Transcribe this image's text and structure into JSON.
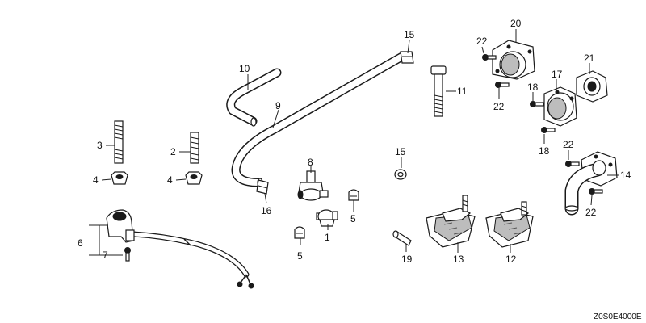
{
  "drawing_code": "Z0S0E4000E",
  "callouts": [
    {
      "id": "c1",
      "label": "1"
    },
    {
      "id": "c2",
      "label": "2"
    },
    {
      "id": "c3",
      "label": "3"
    },
    {
      "id": "c4a",
      "label": "4"
    },
    {
      "id": "c4b",
      "label": "4"
    },
    {
      "id": "c5a",
      "label": "5"
    },
    {
      "id": "c5b",
      "label": "5"
    },
    {
      "id": "c6",
      "label": "6"
    },
    {
      "id": "c7",
      "label": "7"
    },
    {
      "id": "c8",
      "label": "8"
    },
    {
      "id": "c9",
      "label": "9"
    },
    {
      "id": "c10",
      "label": "10"
    },
    {
      "id": "c11",
      "label": "11"
    },
    {
      "id": "c12",
      "label": "12"
    },
    {
      "id": "c13",
      "label": "13"
    },
    {
      "id": "c14",
      "label": "14"
    },
    {
      "id": "c15a",
      "label": "15"
    },
    {
      "id": "c15b",
      "label": "15"
    },
    {
      "id": "c16",
      "label": "16"
    },
    {
      "id": "c17",
      "label": "17"
    },
    {
      "id": "c18a",
      "label": "18"
    },
    {
      "id": "c18b",
      "label": "18"
    },
    {
      "id": "c19",
      "label": "19"
    },
    {
      "id": "c20",
      "label": "20"
    },
    {
      "id": "c21",
      "label": "21"
    },
    {
      "id": "c22a",
      "label": "22"
    },
    {
      "id": "c22b",
      "label": "22"
    },
    {
      "id": "c22c",
      "label": "22"
    },
    {
      "id": "c22d",
      "label": "22"
    }
  ]
}
